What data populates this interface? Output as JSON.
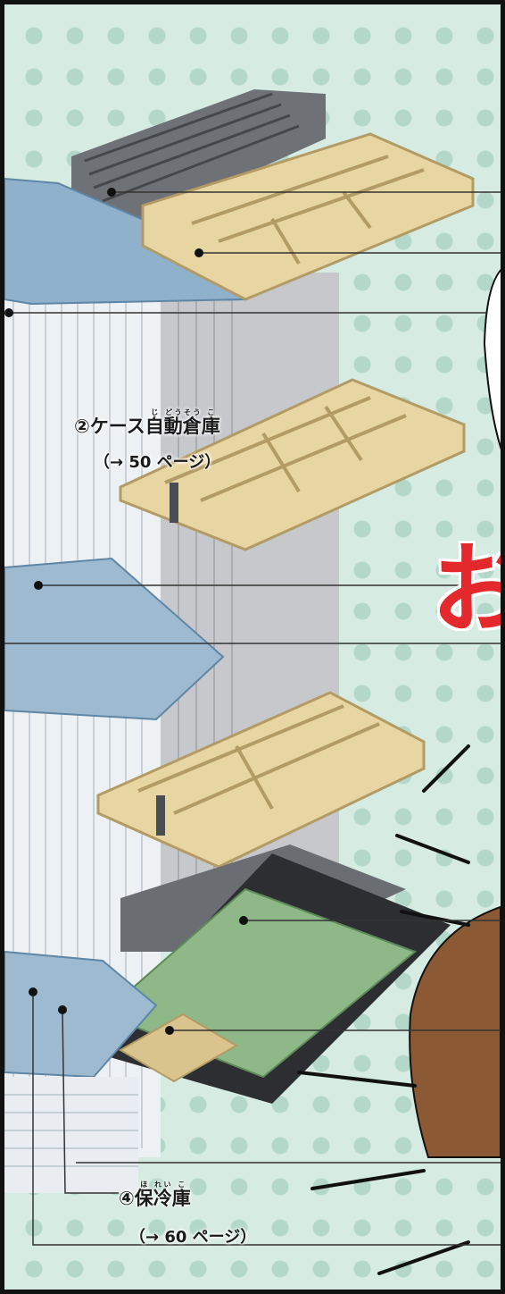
{
  "labels": {
    "case_asrs": {
      "number": "②",
      "name_parts": [
        {
          "text": "ケース",
          "reading": ""
        },
        {
          "text": "自",
          "reading": "じ"
        },
        {
          "text": "動",
          "reading": "どう"
        },
        {
          "text": "倉",
          "reading": "そう"
        },
        {
          "text": "庫",
          "reading": "こ"
        }
      ],
      "page_ref": "（→ 50 ページ）"
    },
    "cold_storage": {
      "number": "④",
      "name_parts": [
        {
          "text": "保",
          "reading": "ほ"
        },
        {
          "text": "冷",
          "reading": "れい"
        },
        {
          "text": "庫",
          "reading": "こ"
        }
      ],
      "page_ref": "（→ 60 ページ）"
    }
  },
  "speech_text": "お",
  "colors": {
    "background": "#d6ebe2",
    "dots": "#b3d8ca",
    "floor_tan": "#e8d6a2",
    "floor_wall": "#b29b64",
    "steel_blue": "#8fb1cb",
    "office_green": "#8fb889",
    "exclaim_red": "#e3292c"
  }
}
